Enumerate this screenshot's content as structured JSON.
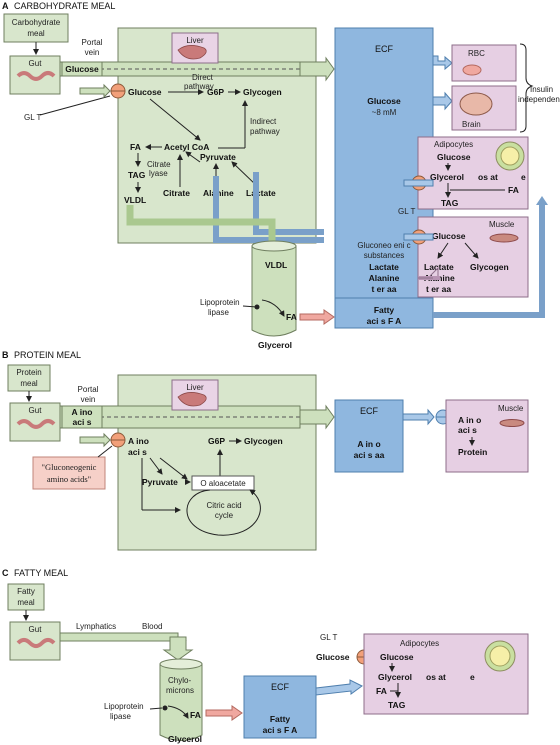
{
  "sectionA": {
    "letter": "A",
    "title": "CARBOHYDRATE MEAL",
    "meal_l1": "Carbohydrate",
    "meal_l2": "meal",
    "gut": "Gut",
    "glucose_in": "Glucose",
    "portal_l1": "Portal",
    "portal_l2": "vein",
    "glut": "GL T",
    "liver": "Liver",
    "glucose": "Glucose",
    "direct_l1": "Direct",
    "direct_l2": "pathway",
    "g6p": "G6P",
    "glycogen": "Glycogen",
    "indirect_l1": "Indirect",
    "indirect_l2": "pathway",
    "fa": "FA",
    "acetylcoa": "Acetyl CoA",
    "pyruvate": "Pyruvate",
    "citrate_lyase_l1": "Citrate",
    "citrate_lyase_l2": "lyase",
    "tag": "TAG",
    "citrate": "Citrate",
    "alanine": "Alanine",
    "lactate": "Lactate",
    "vldl": "VLDL",
    "ecf": "ECF",
    "ecf_glucose": "Glucose",
    "ecf_glucose_conc": "~8 mM",
    "gluconeo_l1": "Gluconeo eni c",
    "gluconeo_l2": "substances",
    "gluconeo_l3": "Lactate",
    "gluconeo_l4": "Alanine",
    "gluconeo_l5": "t er aa",
    "fatty_l1": "Fatty",
    "fatty_l2": "aci s  F A",
    "rbc": "RBC",
    "brain": "Brain",
    "insulin_l1": "Insulin",
    "insulin_l2": "independent",
    "glut2": "GL T",
    "adipo": "Adipocytes",
    "adipo_glucose": "Glucose",
    "adipo_glycerol": "Glycerol",
    "adipo_os": "os at",
    "adipo_e": "e",
    "adipo_fa": "FA",
    "adipo_tag": "TAG",
    "muscle": "Muscle",
    "muscle_glucose": "Glucose",
    "muscle_lactate": "Lactate",
    "muscle_alanine": "Alanine",
    "muscle_other": "t er aa",
    "muscle_glycogen": "Glycogen",
    "vldl2": "VLDL",
    "lpl_l1": "Lipoprotein",
    "lpl_l2": "lipase",
    "fa2": "FA",
    "glycerol": "Glycerol"
  },
  "sectionB": {
    "letter": "B",
    "title": "PROTEIN MEAL",
    "meal_l1": "Protein",
    "meal_l2": "meal",
    "gut": "Gut",
    "aa_l1": "A ino",
    "aa_l2": "aci s",
    "portal_l1": "Portal",
    "portal_l2": "vein",
    "liver": "Liver",
    "glucoaa_l1": "\"Gluconeogenic",
    "glucoaa_l2": "amino acids\"",
    "liver_aa_l1": "A ino",
    "liver_aa_l2": "aci s",
    "g6p": "G6P",
    "glycogen": "Glycogen",
    "pyruvate": "Pyruvate",
    "oaa": "O aloacetate",
    "cycle_l1": "Citric acid",
    "cycle_l2": "cycle",
    "ecf": "ECF",
    "ecf_aa_l1": "A in  o",
    "ecf_aa_l2": "aci s  aa",
    "muscle": "Muscle",
    "muscle_aa_l1": "A in  o",
    "muscle_aa_l2": "aci s",
    "protein": "Protein"
  },
  "sectionC": {
    "letter": "C",
    "title": "FATTY MEAL",
    "meal_l1": "Fatty",
    "meal_l2": "meal",
    "gut": "Gut",
    "lymphatics": "Lymphatics",
    "blood": "Blood",
    "chylo_l1": "Chylo-",
    "chylo_l2": "microns",
    "lpl_l1": "Lipoprotein",
    "lpl_l2": "lipase",
    "fa": "FA",
    "glycerol": "Glycerol",
    "ecf": "ECF",
    "fatty_l1": "Fatty",
    "fatty_l2": "aci s  F A",
    "glut": "GL T",
    "glucose": "Glucose",
    "adipo": "Adipocytes",
    "adipo_glucose": "Glucose",
    "adipo_glycerol": "Glycerol",
    "adipo_os": "os at",
    "adipo_e": "e",
    "adipo_fa": "FA",
    "adipo_tag": "TAG"
  },
  "colors": {
    "liver_green": "#d8e6cc",
    "ecf_blue": "#8fb7df",
    "tissue_purple": "#e6cfe3",
    "liver_organ": "#c97a7a",
    "transporter": "#f2a07a"
  }
}
